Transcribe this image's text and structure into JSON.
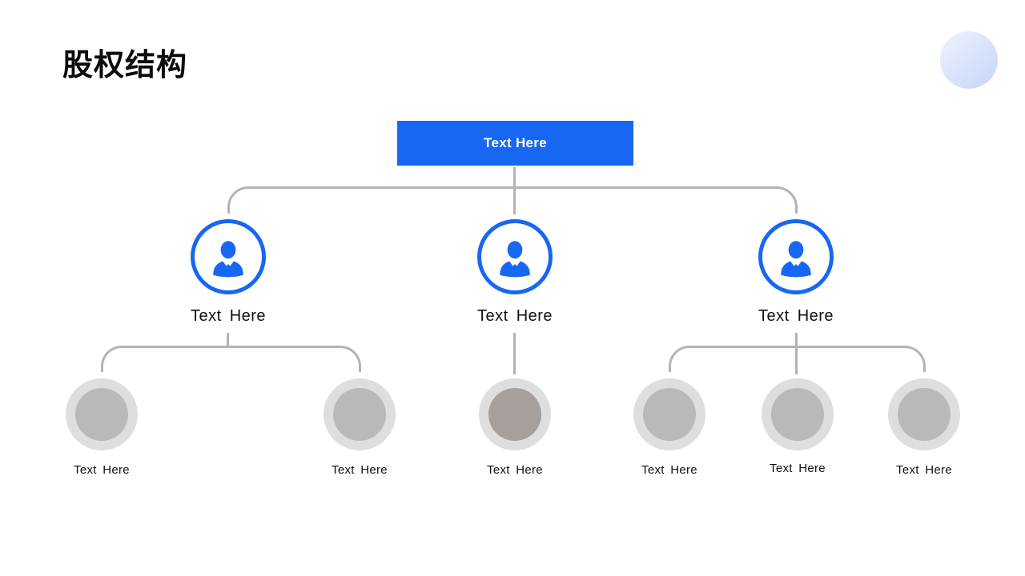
{
  "slide": {
    "title": "股权结构",
    "background": "#ffffff"
  },
  "decor": {
    "icon": "gradient-circle",
    "color_from": "#eef4fe",
    "color_to": "#c7d6f8"
  },
  "org_chart": {
    "type": "org-tree",
    "accent_color": "#1767F2",
    "connector_color": "#b4b4b4",
    "node_outer_color": "#dedede",
    "node_inner_color": "#b9b9b9",
    "node_inner_color_variant": "#a79f9b",
    "root": {
      "label": "Text Here",
      "fill": "#1767F2",
      "text_color": "#ffffff"
    },
    "level1": [
      {
        "label": "Text Here",
        "icon": "businessperson-icon"
      },
      {
        "label": "Text Here",
        "icon": "businessperson-icon"
      },
      {
        "label": "Text Here",
        "icon": "businessperson-icon"
      }
    ],
    "groups": [
      {
        "children": [
          {
            "label": "Text Here"
          },
          {
            "label": "Text Here"
          }
        ]
      },
      {
        "children": [
          {
            "label": "Text Here"
          }
        ]
      },
      {
        "children": [
          {
            "label": "Text Here"
          },
          {
            "label": "Text Here"
          },
          {
            "label": "Text Here"
          }
        ]
      }
    ]
  }
}
